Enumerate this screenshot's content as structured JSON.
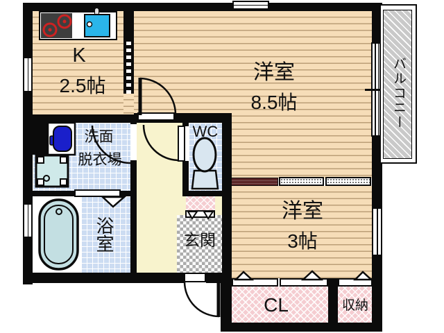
{
  "plan": {
    "kitchen": {
      "name": "K",
      "size": "2.5帖"
    },
    "living": {
      "name": "洋室",
      "size": "8.5帖"
    },
    "bedroom": {
      "name": "洋室",
      "size": "3帖"
    },
    "washroom": {
      "line1": "洗面",
      "line2": "脱衣場"
    },
    "toilet": {
      "name": "WC"
    },
    "bath": {
      "name": "浴室"
    },
    "entrance": {
      "name": "玄関"
    },
    "balcony": {
      "name": "バルコニー"
    },
    "closet": {
      "name": "CL"
    },
    "storage": {
      "name": "収納"
    },
    "colors": {
      "wall": "#0b0b0b",
      "floor": "#f6ddb8",
      "floor_line": "#bb9e77",
      "tile": "#ccdcf2",
      "hall": "#f8f3cd",
      "sink": "#2ab5ea",
      "washer": "#1a1fca",
      "tub": "#c3dfe2",
      "storage_pink": "#f5cdd1",
      "balcony_gray": "#c9c9c9",
      "partition": "#5a2527",
      "stove": "#3e3e3e",
      "burner": "#cc2222"
    }
  }
}
